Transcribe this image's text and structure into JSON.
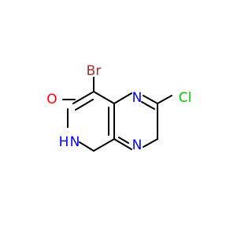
{
  "molecule": {
    "atoms": {
      "br": "Br",
      "o": "O",
      "cl": "Cl",
      "n1": "N",
      "n4": "N",
      "nh": "N",
      "h": "H"
    },
    "colors": {
      "bond": "#000000",
      "br": "#a52a2a",
      "o": "#ff0000",
      "cl": "#00cc00",
      "n": "#0000ff"
    }
  }
}
